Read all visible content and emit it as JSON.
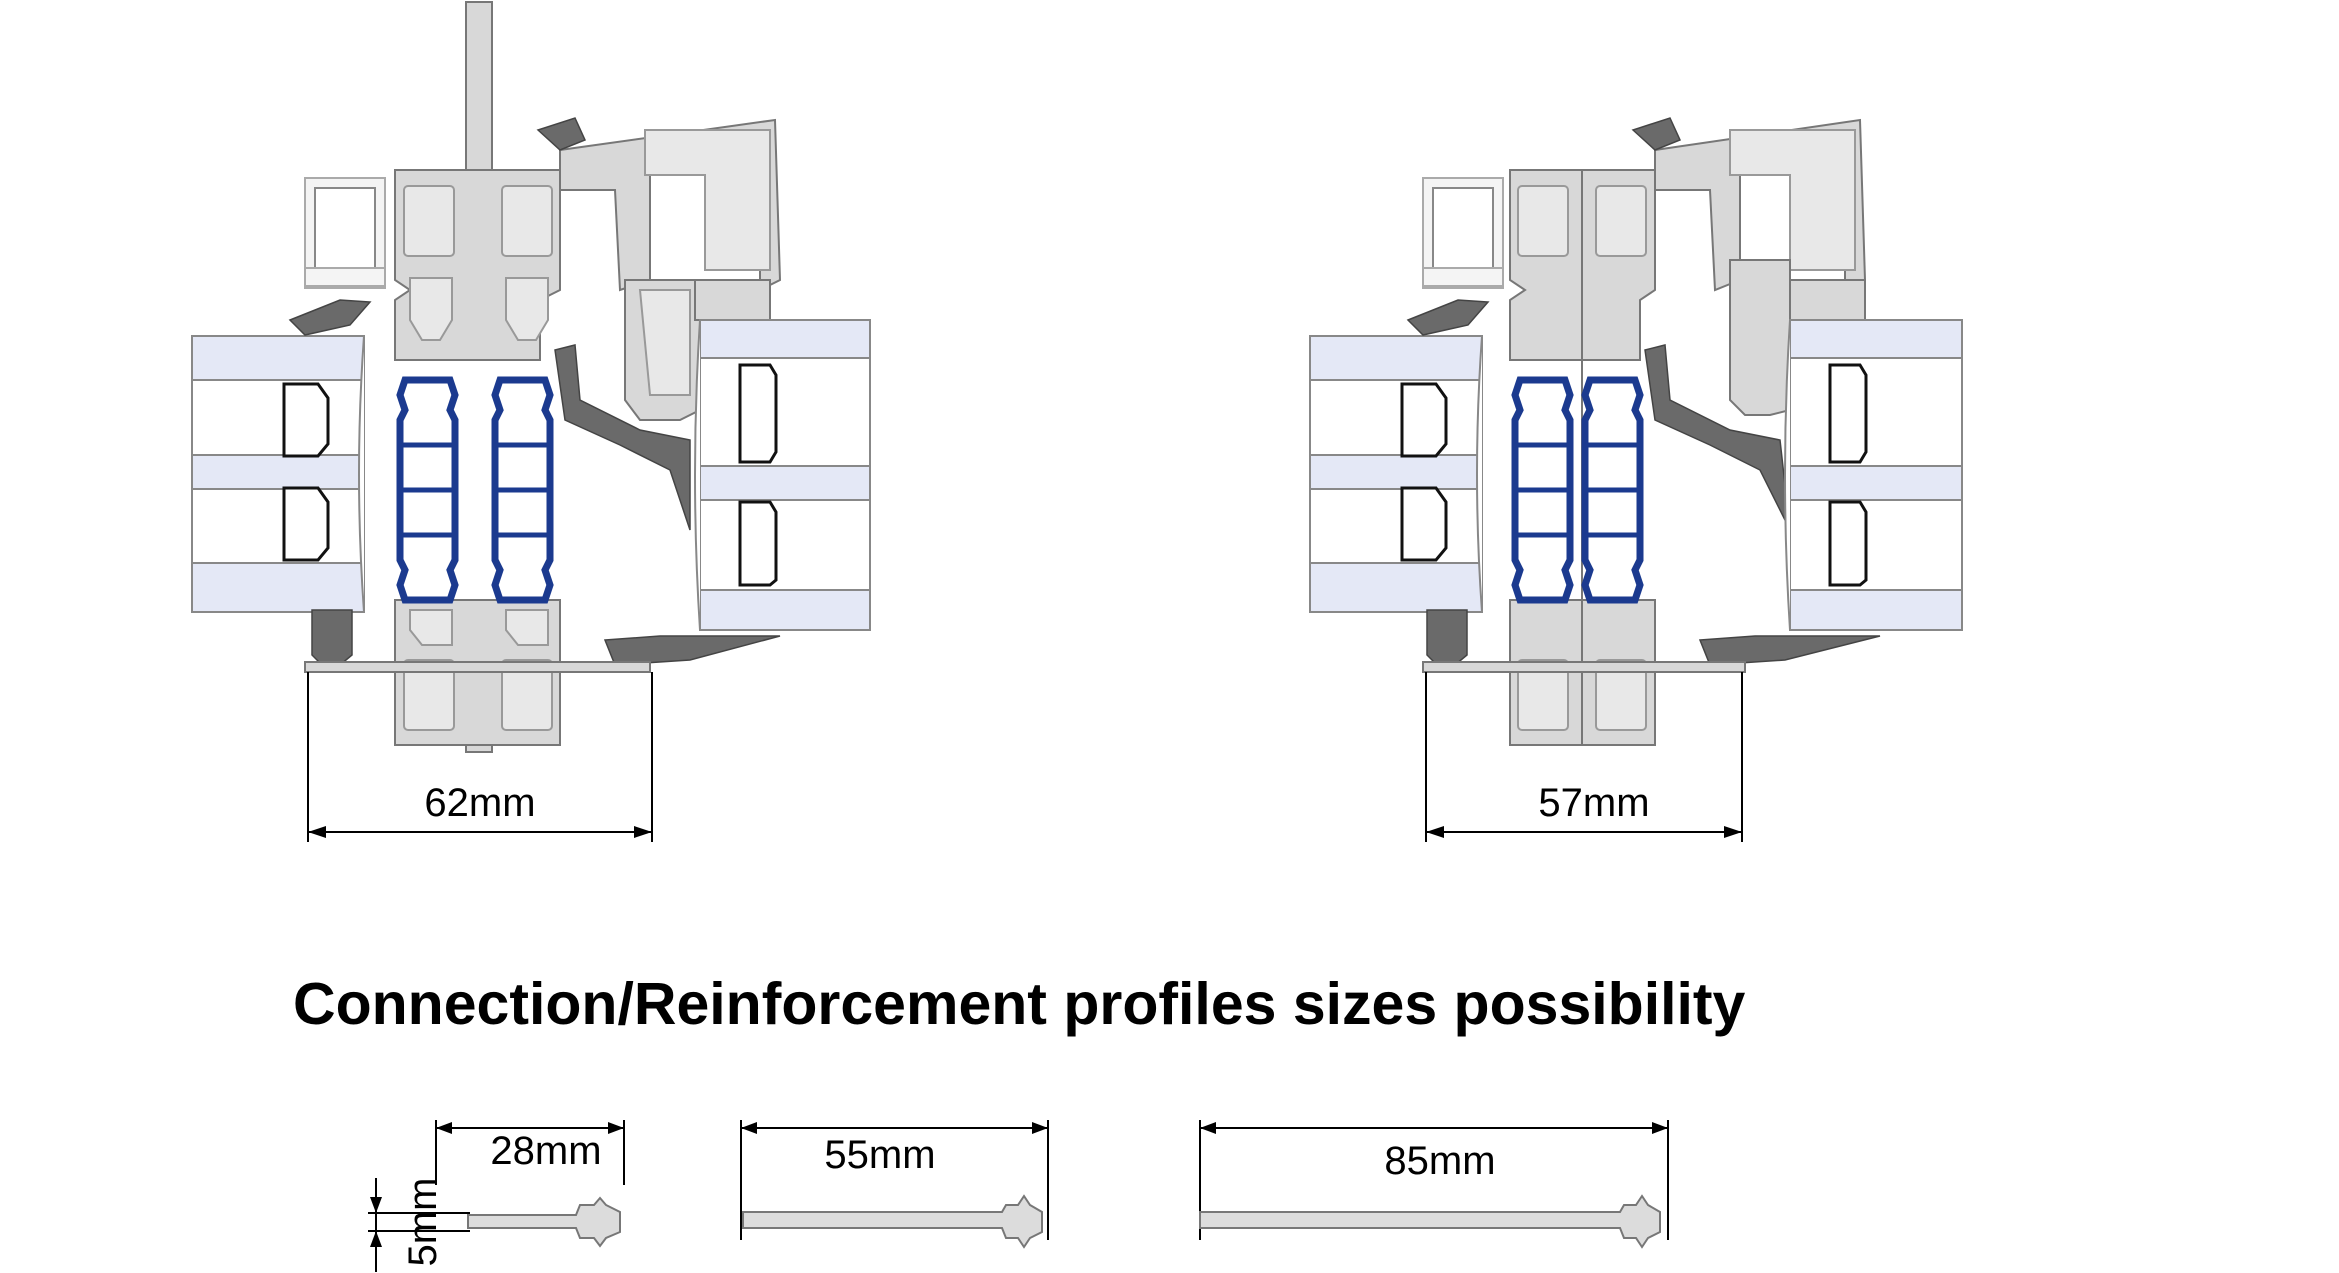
{
  "sections": [
    {
      "id": "left",
      "dimension_label": "62mm"
    },
    {
      "id": "right",
      "dimension_label": "57mm"
    }
  ],
  "headline": "Connection/Reinforcement profiles sizes possibility",
  "profiles": [
    {
      "width_label": "28mm",
      "height_label": "5mm"
    },
    {
      "width_label": "55mm"
    },
    {
      "width_label": "85mm"
    }
  ],
  "colors": {
    "aluminium": "#d8d8d8",
    "thermal_break": "#1b3a8f",
    "glass_band": "#e4e8f6",
    "gasket": "#6a6a6a"
  }
}
